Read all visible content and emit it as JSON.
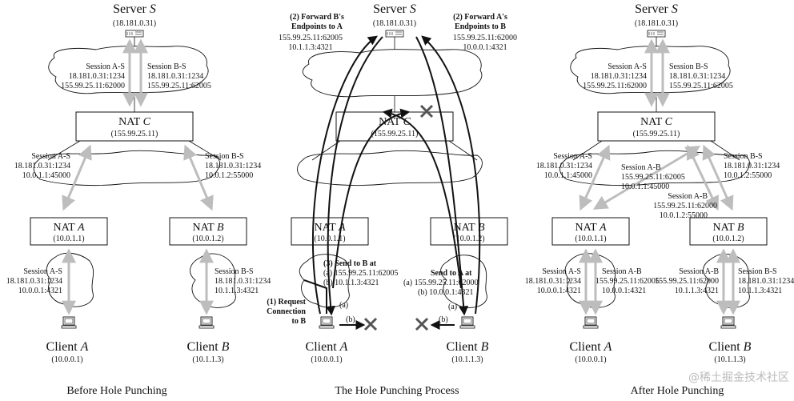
{
  "server": {
    "label": "Server",
    "italic": "S",
    "ip": "(18.181.0.31)"
  },
  "nat_c": {
    "label": "NAT",
    "italic": "C",
    "ip": "(155.99.25.11)"
  },
  "nat_a": {
    "label": "NAT",
    "italic": "A",
    "ip": "(10.0.1.1)"
  },
  "nat_b": {
    "label": "NAT",
    "italic": "B",
    "ip": "(10.0.1.2)"
  },
  "client_a": {
    "label": "Client",
    "italic": "A",
    "ip": "(10.0.0.1)"
  },
  "client_b": {
    "label": "Client",
    "italic": "B",
    "ip": "(10.1.1.3)"
  },
  "captions": {
    "before": "Before Hole Punching",
    "process": "The Hole Punching Process",
    "after": "After Hole Punching"
  },
  "sessions": {
    "as_top": [
      "Session A-S",
      "18.181.0.31:1234",
      "155.99.25.11:62000"
    ],
    "bs_top": [
      "Session B-S",
      "18.181.0.31:1234",
      "155.99.25.11:62005"
    ],
    "as_mid": [
      "Session A-S",
      "18.181.0.31:1234",
      "10.0.1.1:45000"
    ],
    "bs_mid": [
      "Session B-S",
      "18.181.0.31:1234",
      "10.0.1.2:55000"
    ],
    "as_low": [
      "Session A-S",
      "18.181.0.31:1234",
      "10.0.0.1:4321"
    ],
    "bs_low": [
      "Session B-S",
      "18.181.0.31:1234",
      "10.1.1.3:4321"
    ],
    "ab_mid": [
      "Session A-B",
      "155.99.25.11:62005",
      "10.0.1.1:45000"
    ],
    "ab_mid2": [
      "Session A-B",
      "155.99.25.11:62000",
      "10.0.1.2:55000"
    ],
    "ab_low_a": [
      "Session A-B",
      "155.99.25.11:62005",
      "10.0.0.1:4321"
    ],
    "ab_low_b": [
      "Session A-B",
      "155.99.25.11:62000",
      "10.1.1.3:4321"
    ]
  },
  "process": {
    "fwd_b": [
      "(2) Forward B's",
      "Endpoints to A",
      "155.99.25.11:62005",
      "10.1.1.3:4321"
    ],
    "fwd_a": [
      "(2) Forward A's",
      "Endpoints to B",
      "155.99.25.11:62000",
      "10.0.0.1:4321"
    ],
    "send_b": [
      "(3) Send to B at",
      "(a) 155.99.25.11:62005",
      "(b) 10.1.1.3:4321"
    ],
    "send_a": [
      "Send to A at",
      "(a) 155.99.25.11:62000",
      "(b) 10.0.0.1:4321"
    ],
    "request": [
      "(1) Request",
      "Connection",
      "to B"
    ],
    "a": "(a)",
    "b": "(b)"
  },
  "watermark": "@稀土掘金技术社区"
}
